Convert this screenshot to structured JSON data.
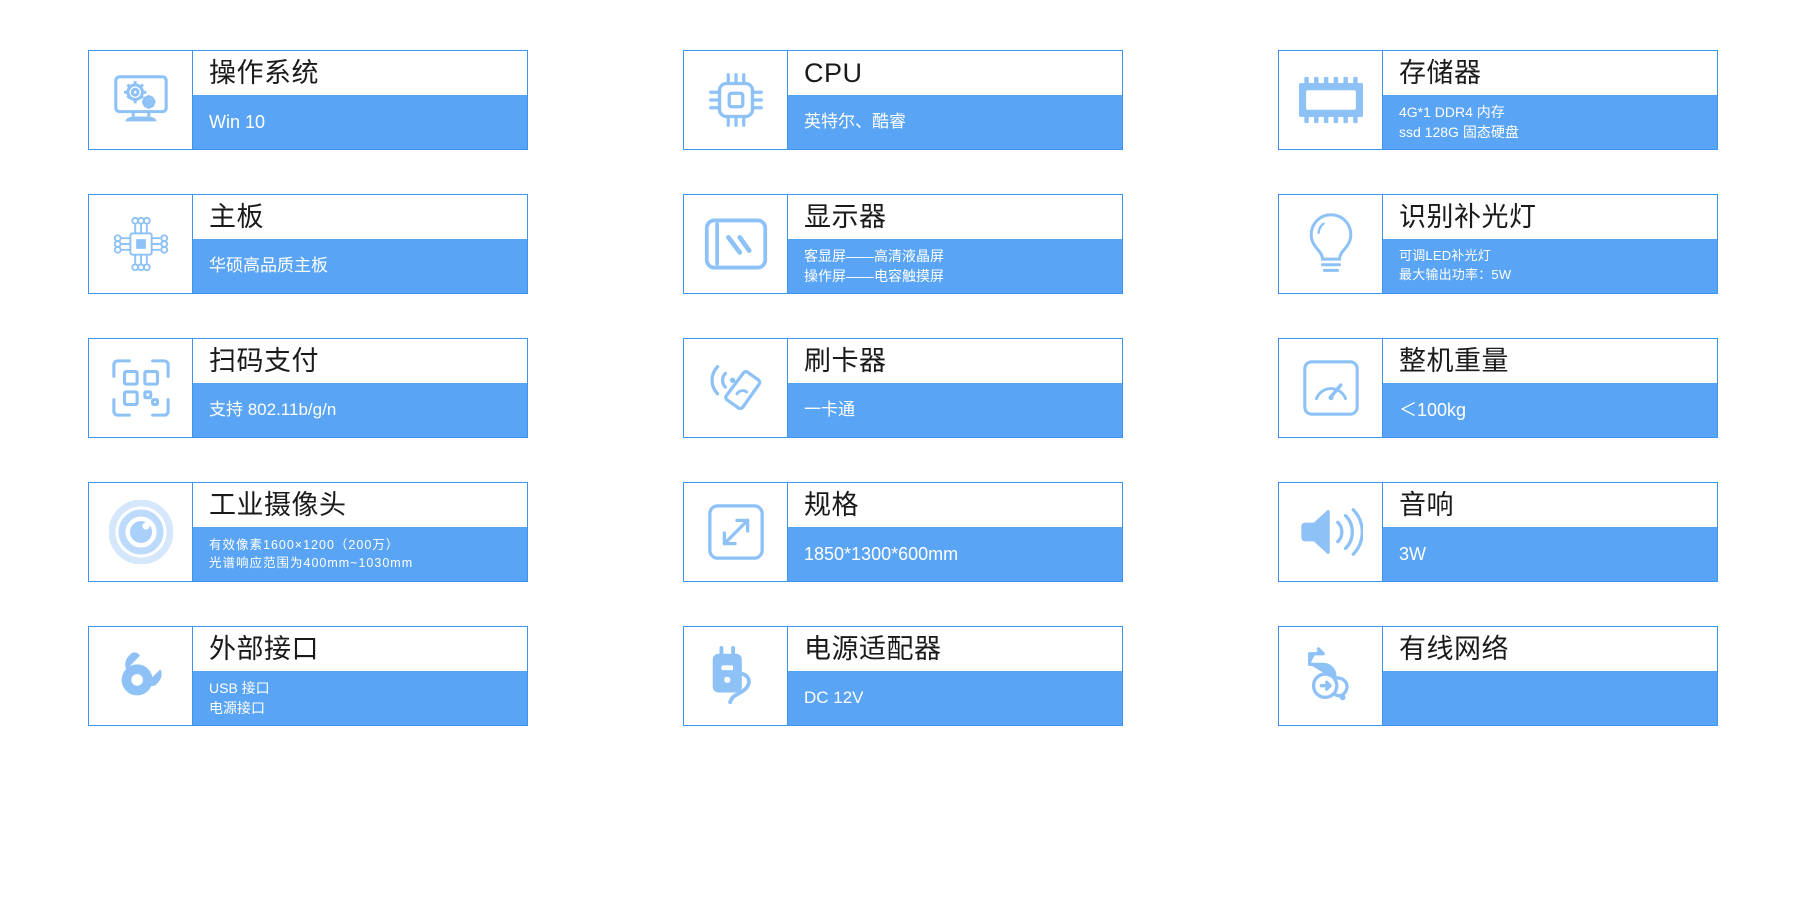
{
  "theme": {
    "accent": "#5aa4f5",
    "border": "#3d93f0",
    "icon": "#8ec2f7",
    "title_color": "#1a1a1a",
    "desc_color": "#ffffff",
    "background": "#ffffff"
  },
  "cards": [
    {
      "id": "operating-system",
      "icon": "monitor-gears-icon",
      "title": "操作系统",
      "lines": [
        "Win  10"
      ],
      "size": "lg"
    },
    {
      "id": "cpu",
      "icon": "cpu-chip-icon",
      "title": "CPU",
      "lines": [
        "英特尔、酷睿"
      ],
      "size": "md"
    },
    {
      "id": "storage",
      "icon": "memory-module-icon",
      "title": "存储器",
      "lines": [
        "4G*1  DDR4 内存",
        "ssd  128G  固态硬盘"
      ],
      "size": "sm"
    },
    {
      "id": "motherboard",
      "icon": "motherboard-icon",
      "title": "主板",
      "lines": [
        "华硕高品质主板"
      ],
      "size": "md"
    },
    {
      "id": "display",
      "icon": "display-panel-icon",
      "title": "显示器",
      "lines": [
        "客显屏——高清液晶屏",
        "操作屏——电容触摸屏"
      ],
      "size": "sm"
    },
    {
      "id": "fill-light",
      "icon": "lightbulb-icon",
      "title": "识别补光灯",
      "lines": [
        "可调LED补光灯",
        "最大输出功率：5W"
      ],
      "size": "xs"
    },
    {
      "id": "scan-payment",
      "icon": "qr-scan-icon",
      "title": "扫码支付",
      "lines": [
        "支持  802.11b/g/n"
      ],
      "size": "md"
    },
    {
      "id": "card-reader",
      "icon": "contactless-card-icon",
      "title": "刷卡器",
      "lines": [
        "一卡通"
      ],
      "size": "md"
    },
    {
      "id": "total-weight",
      "icon": "weight-gauge-icon",
      "title": "整机重量",
      "lines": [
        "＜100kg"
      ],
      "size": "lg"
    },
    {
      "id": "industrial-camera",
      "icon": "camera-lens-icon",
      "title": "工业摄像头",
      "lines": [
        "有效像素1600×1200（200万）",
        "光谱响应范围为400mm~1030mm"
      ],
      "size": "tight"
    },
    {
      "id": "dimensions",
      "icon": "dimensions-arrows-icon",
      "title": "规格",
      "lines": [
        "1850*1300*600mm"
      ],
      "size": "lg"
    },
    {
      "id": "speaker",
      "icon": "speaker-icon",
      "title": "音响",
      "lines": [
        "3W"
      ],
      "size": "lg"
    },
    {
      "id": "external-ports",
      "icon": "power-plug-icon",
      "title": "外部接口",
      "lines": [
        "USB  接口",
        "电源接口"
      ],
      "size": "sm"
    },
    {
      "id": "power-adapter",
      "icon": "power-adapter-icon",
      "title": "电源适配器",
      "lines": [
        "DC    12V"
      ],
      "size": "md"
    },
    {
      "id": "wired-network",
      "icon": "network-cable-icon",
      "title": "有线网络",
      "lines": [
        ""
      ],
      "size": "md"
    }
  ]
}
